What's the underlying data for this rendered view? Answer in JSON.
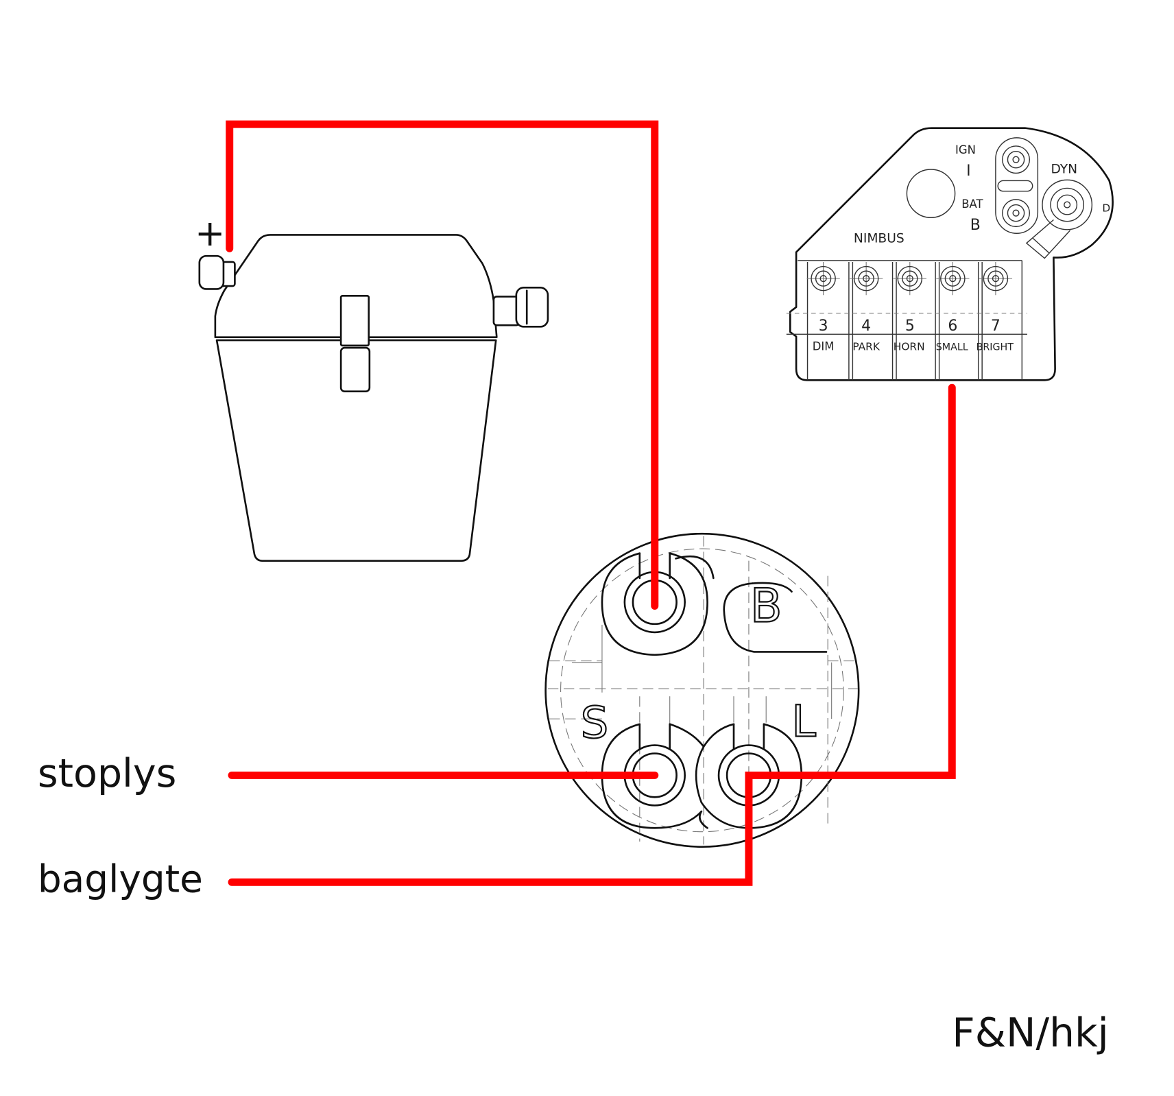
{
  "colors": {
    "wire": "#ff0000",
    "ink": "#111111"
  },
  "battery": {
    "plus_label": "+"
  },
  "junction_box": {
    "brand": "NIMBUS",
    "ign_label": "IGN",
    "ign_number": "I",
    "bat_label": "BAT",
    "bat_letter": "B",
    "dyn_label": "DYN",
    "dyn_letter": "D",
    "terminals": [
      {
        "number": "3",
        "label": "DIM"
      },
      {
        "number": "4",
        "label": "PARK"
      },
      {
        "number": "5",
        "label": "HORN"
      },
      {
        "number": "6",
        "label": "SMALL"
      },
      {
        "number": "7",
        "label": "BRIGHT"
      }
    ]
  },
  "connector": {
    "b_label": "B",
    "s_label": "S",
    "l_label": "L"
  },
  "wires": {
    "stoplys": "stoplys",
    "baglygte": "baglygte"
  },
  "credit": "F&N/hkj"
}
